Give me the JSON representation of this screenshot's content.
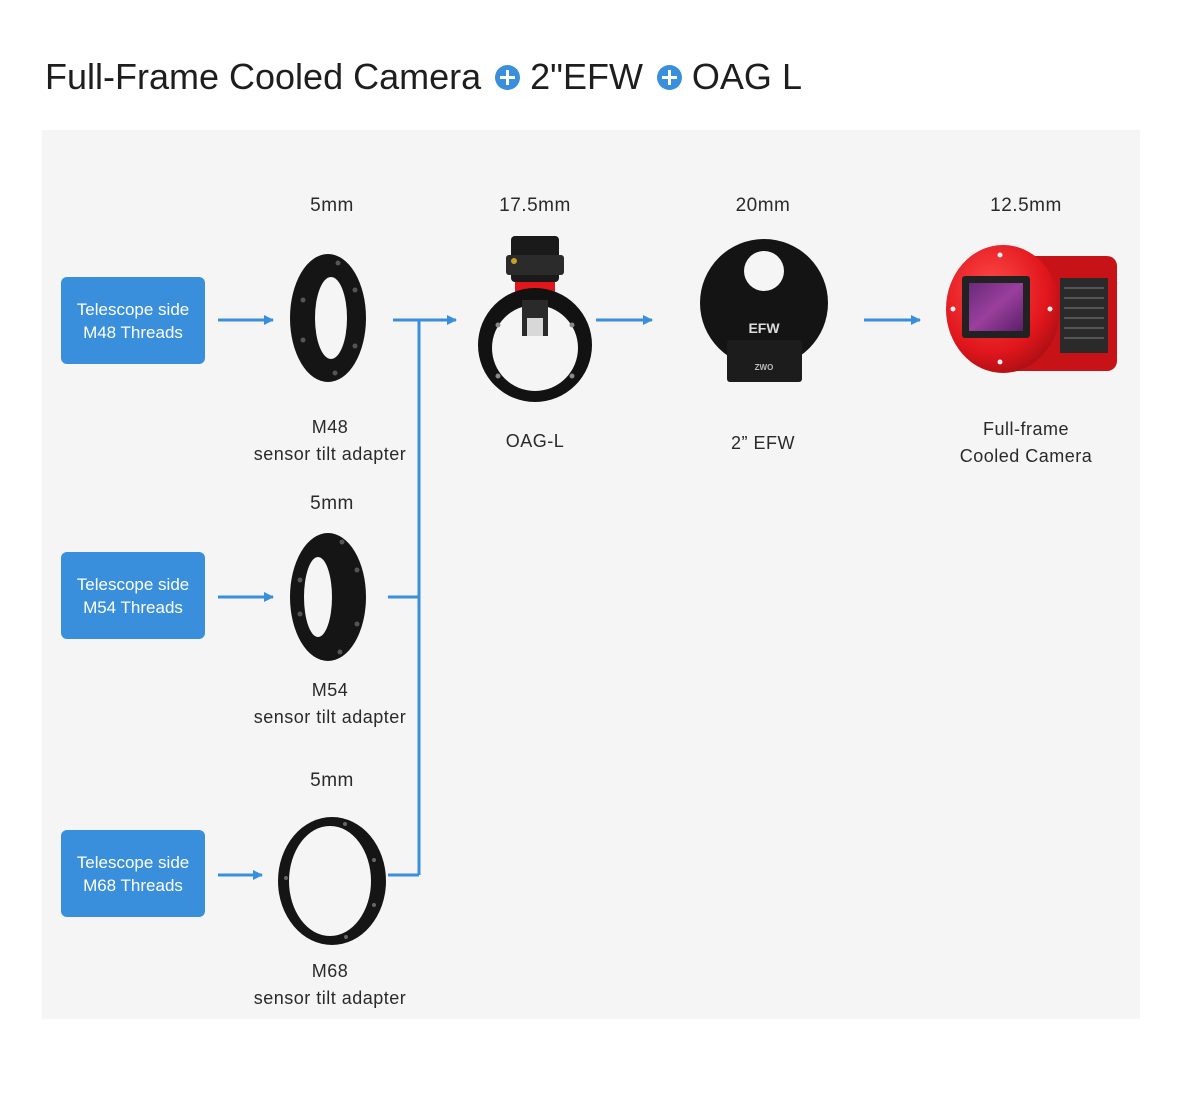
{
  "title": {
    "part1": "Full-Frame Cooled  Camera",
    "part2": "2\"EFW",
    "part3": "OAG L"
  },
  "telescope_sides": [
    {
      "line1": "Telescope side",
      "line2": "M48 Threads"
    },
    {
      "line1": "Telescope side",
      "line2": "M54 Threads"
    },
    {
      "line1": "Telescope side",
      "line2": "M68 Threads"
    }
  ],
  "adapters": [
    {
      "thickness": "5mm",
      "name": "M48",
      "desc": "sensor tilt adapter"
    },
    {
      "thickness": "5mm",
      "name": "M54",
      "desc": "sensor tilt adapter"
    },
    {
      "thickness": "5mm",
      "name": "M68",
      "desc": "sensor tilt adapter"
    }
  ],
  "oag": {
    "thickness": "17.5mm",
    "name": "OAG-L"
  },
  "efw": {
    "thickness": "20mm",
    "name": "2” EFW",
    "body_text": "EFW",
    "brand_text": "ZWO"
  },
  "camera": {
    "thickness": "12.5mm",
    "line1": "Full-frame",
    "line2": "Cooled Camera"
  },
  "colors": {
    "accent": "#3a8fdc",
    "panel": "#f5f5f5",
    "camera_red": "#e0161c"
  }
}
